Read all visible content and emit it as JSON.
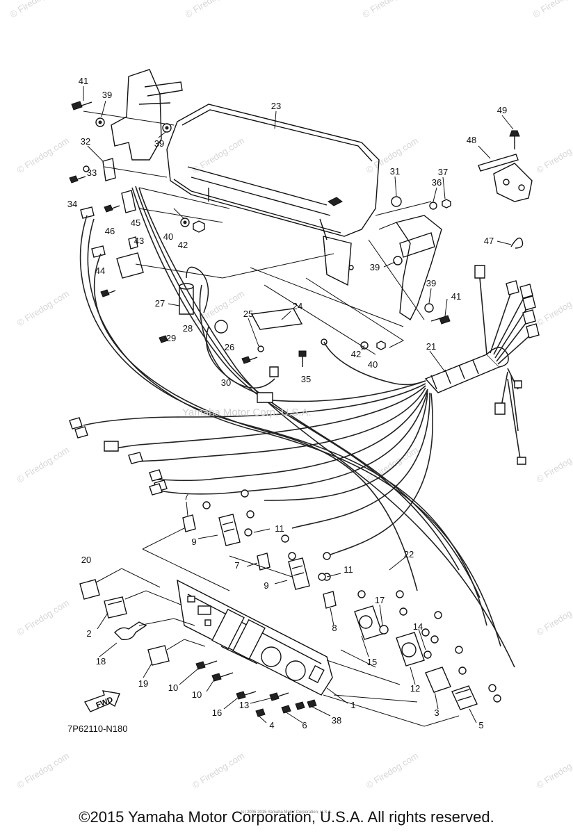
{
  "diagram": {
    "drawing_code": "7P62110-N180",
    "fwd_label": "FWD",
    "center_watermark": "Yamaha Motor Corp, U.S.A.",
    "watermark_text": "© Firedog.com",
    "footer_copyright": "©2015 Yamaha Motor Corporation, U.S.A. All rights reserved.",
    "footer_small": "(c) 2005 2015 Yamaha Motor Corporation, U.S.A.",
    "callouts": {
      "c41a": "41",
      "c39a": "39",
      "c39b": "39",
      "c23": "23",
      "c49": "49",
      "c48": "48",
      "c32": "32",
      "c33": "33",
      "c34": "34",
      "c31": "31",
      "c36": "36",
      "c37": "37",
      "c46": "46",
      "c45": "45",
      "c40a": "40",
      "c42a": "42",
      "c43": "43",
      "c47": "47",
      "c44": "44",
      "c39c": "39",
      "c39d": "39",
      "c41b": "41",
      "c27": "27",
      "c24": "24",
      "c25": "25",
      "c28": "28",
      "c29": "29",
      "c26": "26",
      "c42b": "42",
      "c40b": "40",
      "c21": "21",
      "c30": "30",
      "c35": "35",
      "c7a": "7",
      "c11a": "11",
      "c9a": "9",
      "c7b": "7",
      "c20": "20",
      "c22": "22",
      "c11b": "11",
      "c9b": "9",
      "c17": "17",
      "c2": "2",
      "c8": "8",
      "c14": "14",
      "c18": "18",
      "c15": "15",
      "c19": "19",
      "c10a": "10",
      "c10b": "10",
      "c12": "12",
      "c16": "16",
      "c13": "13",
      "c1": "1",
      "c3": "3",
      "c38": "38",
      "c4": "4",
      "c6": "6",
      "c5": "5"
    }
  }
}
